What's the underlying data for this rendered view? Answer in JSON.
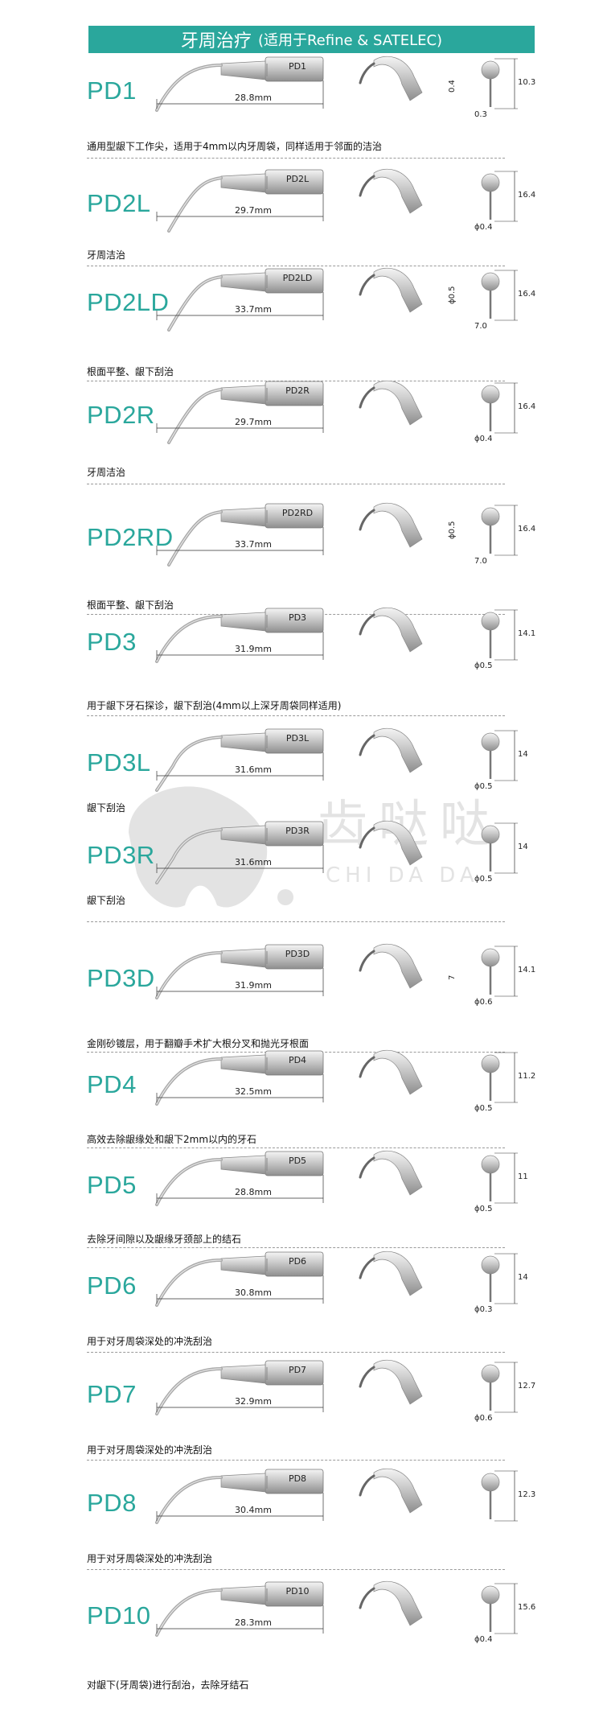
{
  "header": {
    "title": "牙周治疗",
    "subtitle": "(适用于Refine & SATELEC)"
  },
  "watermark": {
    "cn": "齿哒哒",
    "en": "CHI DA DA"
  },
  "tips": [
    {
      "code": "PD1",
      "desc": "通用型龈下工作尖，适用于4mm以内牙周袋，同样适用于邻面的洁治",
      "tip_label": "PD1",
      "length": "28.8mm",
      "dims": [
        "10.3",
        "0.3",
        "0.4"
      ]
    },
    {
      "code": "PD2L",
      "desc": "牙周洁治",
      "tip_label": "PD2L",
      "length": "29.7mm",
      "dims": [
        "16.4",
        "ϕ0.4"
      ]
    },
    {
      "code": "PD2LD",
      "desc": "根面平整、龈下刮治",
      "tip_label": "PD2LD",
      "length": "33.7mm",
      "dims": [
        "16.4",
        "7.0",
        "ϕ0.5"
      ]
    },
    {
      "code": "PD2R",
      "desc": "牙周洁治",
      "tip_label": "PD2R",
      "length": "29.7mm",
      "dims": [
        "16.4",
        "ϕ0.4"
      ]
    },
    {
      "code": "PD2RD",
      "desc": "根面平整、龈下刮治",
      "tip_label": "PD2RD",
      "length": "33.7mm",
      "dims": [
        "16.4",
        "7.0",
        "ϕ0.5"
      ]
    },
    {
      "code": "PD3",
      "desc": "用于龈下牙石探诊，龈下刮治(4mm以上深牙周袋同样适用)",
      "tip_label": "PD3",
      "length": "31.9mm",
      "dims": [
        "14.1",
        "ϕ0.5"
      ]
    },
    {
      "code": "PD3L",
      "desc": "龈下刮治",
      "tip_label": "PD3L",
      "length": "31.6mm",
      "dims": [
        "14",
        "ϕ0.5"
      ]
    },
    {
      "code": "PD3R",
      "desc": "龈下刮治",
      "tip_label": "PD3R",
      "length": "31.6mm",
      "dims": [
        "14",
        "ϕ0.5"
      ]
    },
    {
      "code": "PD3D",
      "desc": "金刚砂镀层，用于翻瓣手术扩大根分叉和抛光牙根面",
      "tip_label": "PD3D",
      "length": "31.9mm",
      "dims": [
        "14.1",
        "ϕ0.6",
        "7"
      ]
    },
    {
      "code": "PD4",
      "desc": "高效去除龈缘处和龈下2mm以内的牙石",
      "tip_label": "PD4",
      "length": "32.5mm",
      "dims": [
        "11.2",
        "ϕ0.5"
      ]
    },
    {
      "code": "PD5",
      "desc": "去除牙间隙以及龈缘牙颈部上的结石",
      "tip_label": "PD5",
      "length": "28.8mm",
      "dims": [
        "11",
        "ϕ0.5"
      ]
    },
    {
      "code": "PD6",
      "desc": "用于对牙周袋深处的冲洗刮治",
      "tip_label": "PD6",
      "length": "30.8mm",
      "dims": [
        "14",
        "ϕ0.3"
      ]
    },
    {
      "code": "PD7",
      "desc": "用于对牙周袋深处的冲洗刮治",
      "tip_label": "PD7",
      "length": "32.9mm",
      "dims": [
        "12.7",
        "ϕ0.6"
      ]
    },
    {
      "code": "PD8",
      "desc": "用于对牙周袋深处的冲洗刮治",
      "tip_label": "PD8",
      "length": "30.4mm",
      "dims": [
        "12.3"
      ]
    },
    {
      "code": "PD10",
      "desc": "对龈下(牙周袋)进行刮治，去除牙结石",
      "tip_label": "PD10",
      "length": "28.3mm",
      "dims": [
        "15.6",
        "ϕ0.4"
      ]
    }
  ]
}
